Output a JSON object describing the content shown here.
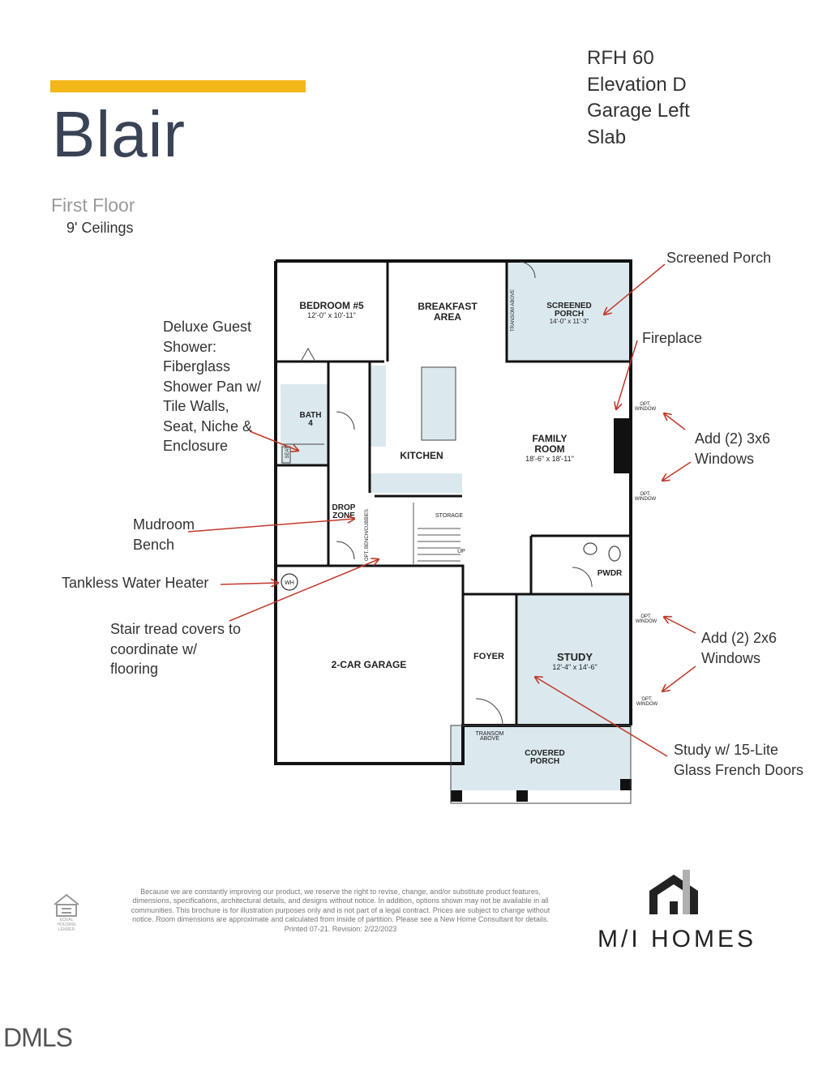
{
  "plan": {
    "title": "Blair",
    "floor": "First Floor",
    "ceilings": "9' Ceilings",
    "meta": [
      "RFH 60",
      "Elevation D",
      "Garage Left",
      "Slab"
    ]
  },
  "callouts": {
    "screened_porch": "Screened Porch",
    "fireplace": "Fireplace",
    "deluxe_shower": [
      "Deluxe Guest",
      "Shower:",
      "Fiberglass",
      "Shower Pan w/",
      "Tile Walls,",
      "Seat, Niche &",
      "Enclosure"
    ],
    "mudroom": [
      "Mudroom",
      "Bench"
    ],
    "tankless": "Tankless Water Heater",
    "stair": [
      "Stair tread covers to",
      "coordinate w/",
      "flooring"
    ],
    "windows_3x6": [
      "Add (2) 3x6",
      "Windows"
    ],
    "windows_2x6": [
      "Add (2) 2x6",
      "Windows"
    ],
    "study_doors": [
      "Study w/ 15-Lite",
      "Glass French Doors"
    ]
  },
  "rooms": {
    "bedroom5": "BEDROOM #5",
    "bedroom5_dim": "12'-0\" x 10'-11\"",
    "breakfast1": "BREAKFAST",
    "breakfast2": "AREA",
    "screened1": "SCREENED",
    "screened2": "PORCH",
    "screened_dim": "14'-0\" x 11'-3\"",
    "transom_above": "TRANSOM ABOVE",
    "bath": "BATH",
    "bath_num": "4",
    "seat": "SEAT",
    "kitchen": "KITCHEN",
    "family1": "FAMILY",
    "family2": "ROOM",
    "family_dim": "18'-6\" x 18'-11\"",
    "opt_window1": "OPT.",
    "opt_window2": "WINDOW",
    "drop1": "DROP",
    "drop2": "ZONE",
    "bench": "OPT. BENCH/CUBBIES",
    "storage": "STORAGE",
    "up": "UP",
    "pwdr": "PWDR",
    "wh": "WH",
    "garage": "2-CAR GARAGE",
    "foyer": "FOYER",
    "study": "STUDY",
    "study_dim": "12'-4\" x 14'-6\"",
    "transom1": "TRANSOM",
    "transom2": "ABOVE",
    "covered1": "COVERED",
    "covered2": "PORCH"
  },
  "footer": {
    "disclaimer": "Because we are constantly improving our product, we reserve the right to revise, change, and/or substitute product features, dimensions, specifications, architectural details, and designs without notice. In addition, options shown may not be available in all communities. This brochure is for illustration purposes only and is not part of a legal contract. Prices are subject to change without notice. Room dimensions are approximate and calculated from inside of partition. Please see a New Home Consultant for details. Printed 07-21. Revision: 2/22/2023",
    "brand": "M/I HOMES",
    "equal_housing": "EQUAL HOUSING LENDER",
    "mls": "DMLS"
  },
  "colors": {
    "accent": "#F4B71A",
    "title": "#3a4356",
    "room_fill": "#dbe9ee",
    "arrow": "#c0392b"
  }
}
